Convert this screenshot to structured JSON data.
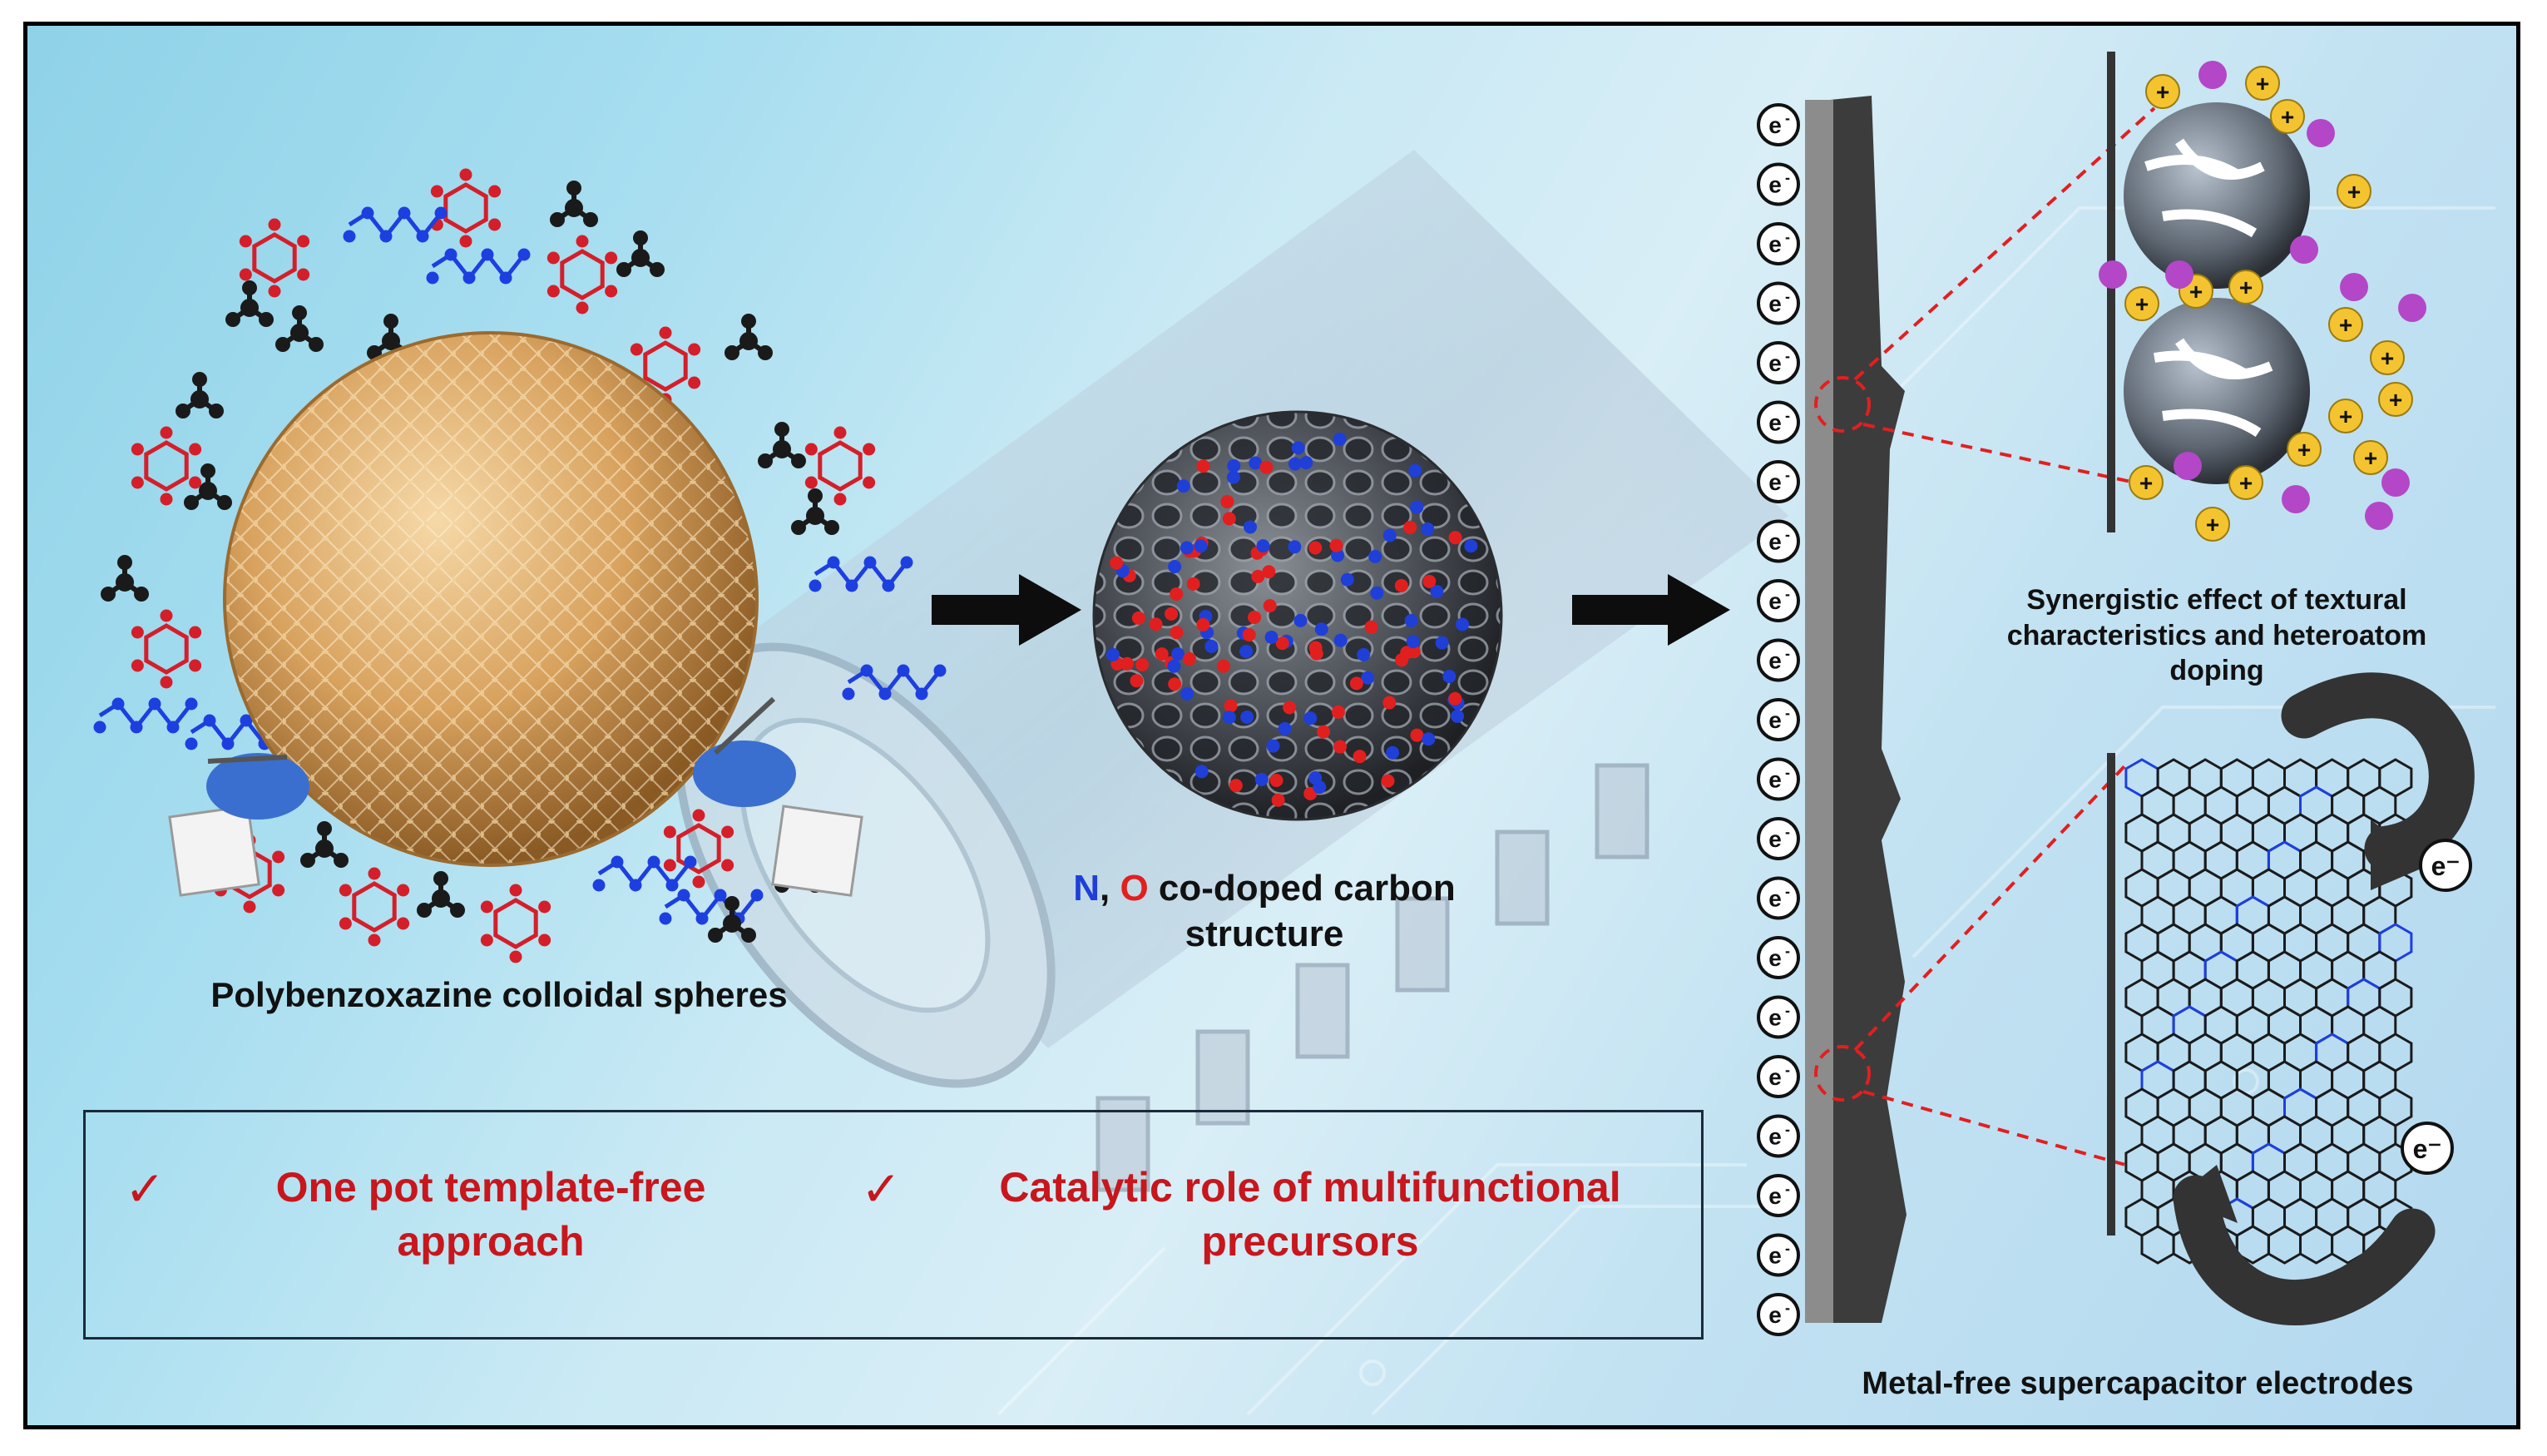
{
  "captions": {
    "precursor_spheres": "Polybenzoxazine colloidal spheres",
    "carbon_n": "N",
    "carbon_sep": ", ",
    "carbon_o": "O",
    "carbon_rest_line1": " co-doped carbon",
    "carbon_line2": "structure",
    "synergistic_line1": "Synergistic effect of textural",
    "synergistic_line2": "characteristics and heteroatom",
    "synergistic_line3": "doping",
    "electrodes": "Metal-free supercapacitor electrodes"
  },
  "features": {
    "check_mark": "✓",
    "item1_line1": "One pot template-free",
    "item1_line2": "approach",
    "item2_line1": "Catalytic role of multifunctional",
    "item2_line2": "precursors"
  },
  "labels": {
    "electron": "e",
    "electron_sup": "-",
    "cation": "+",
    "electron_circle": "e⁻"
  },
  "colors": {
    "nitrogen": "#1f3fd8",
    "oxygen": "#e21f1f",
    "highlight_red": "#c8161d",
    "cation_yellow": "#f4c430",
    "anion_purple": "#b347c8",
    "electrode_gray": "#4a4a4a",
    "sphere_gold": "#d8a25e"
  }
}
